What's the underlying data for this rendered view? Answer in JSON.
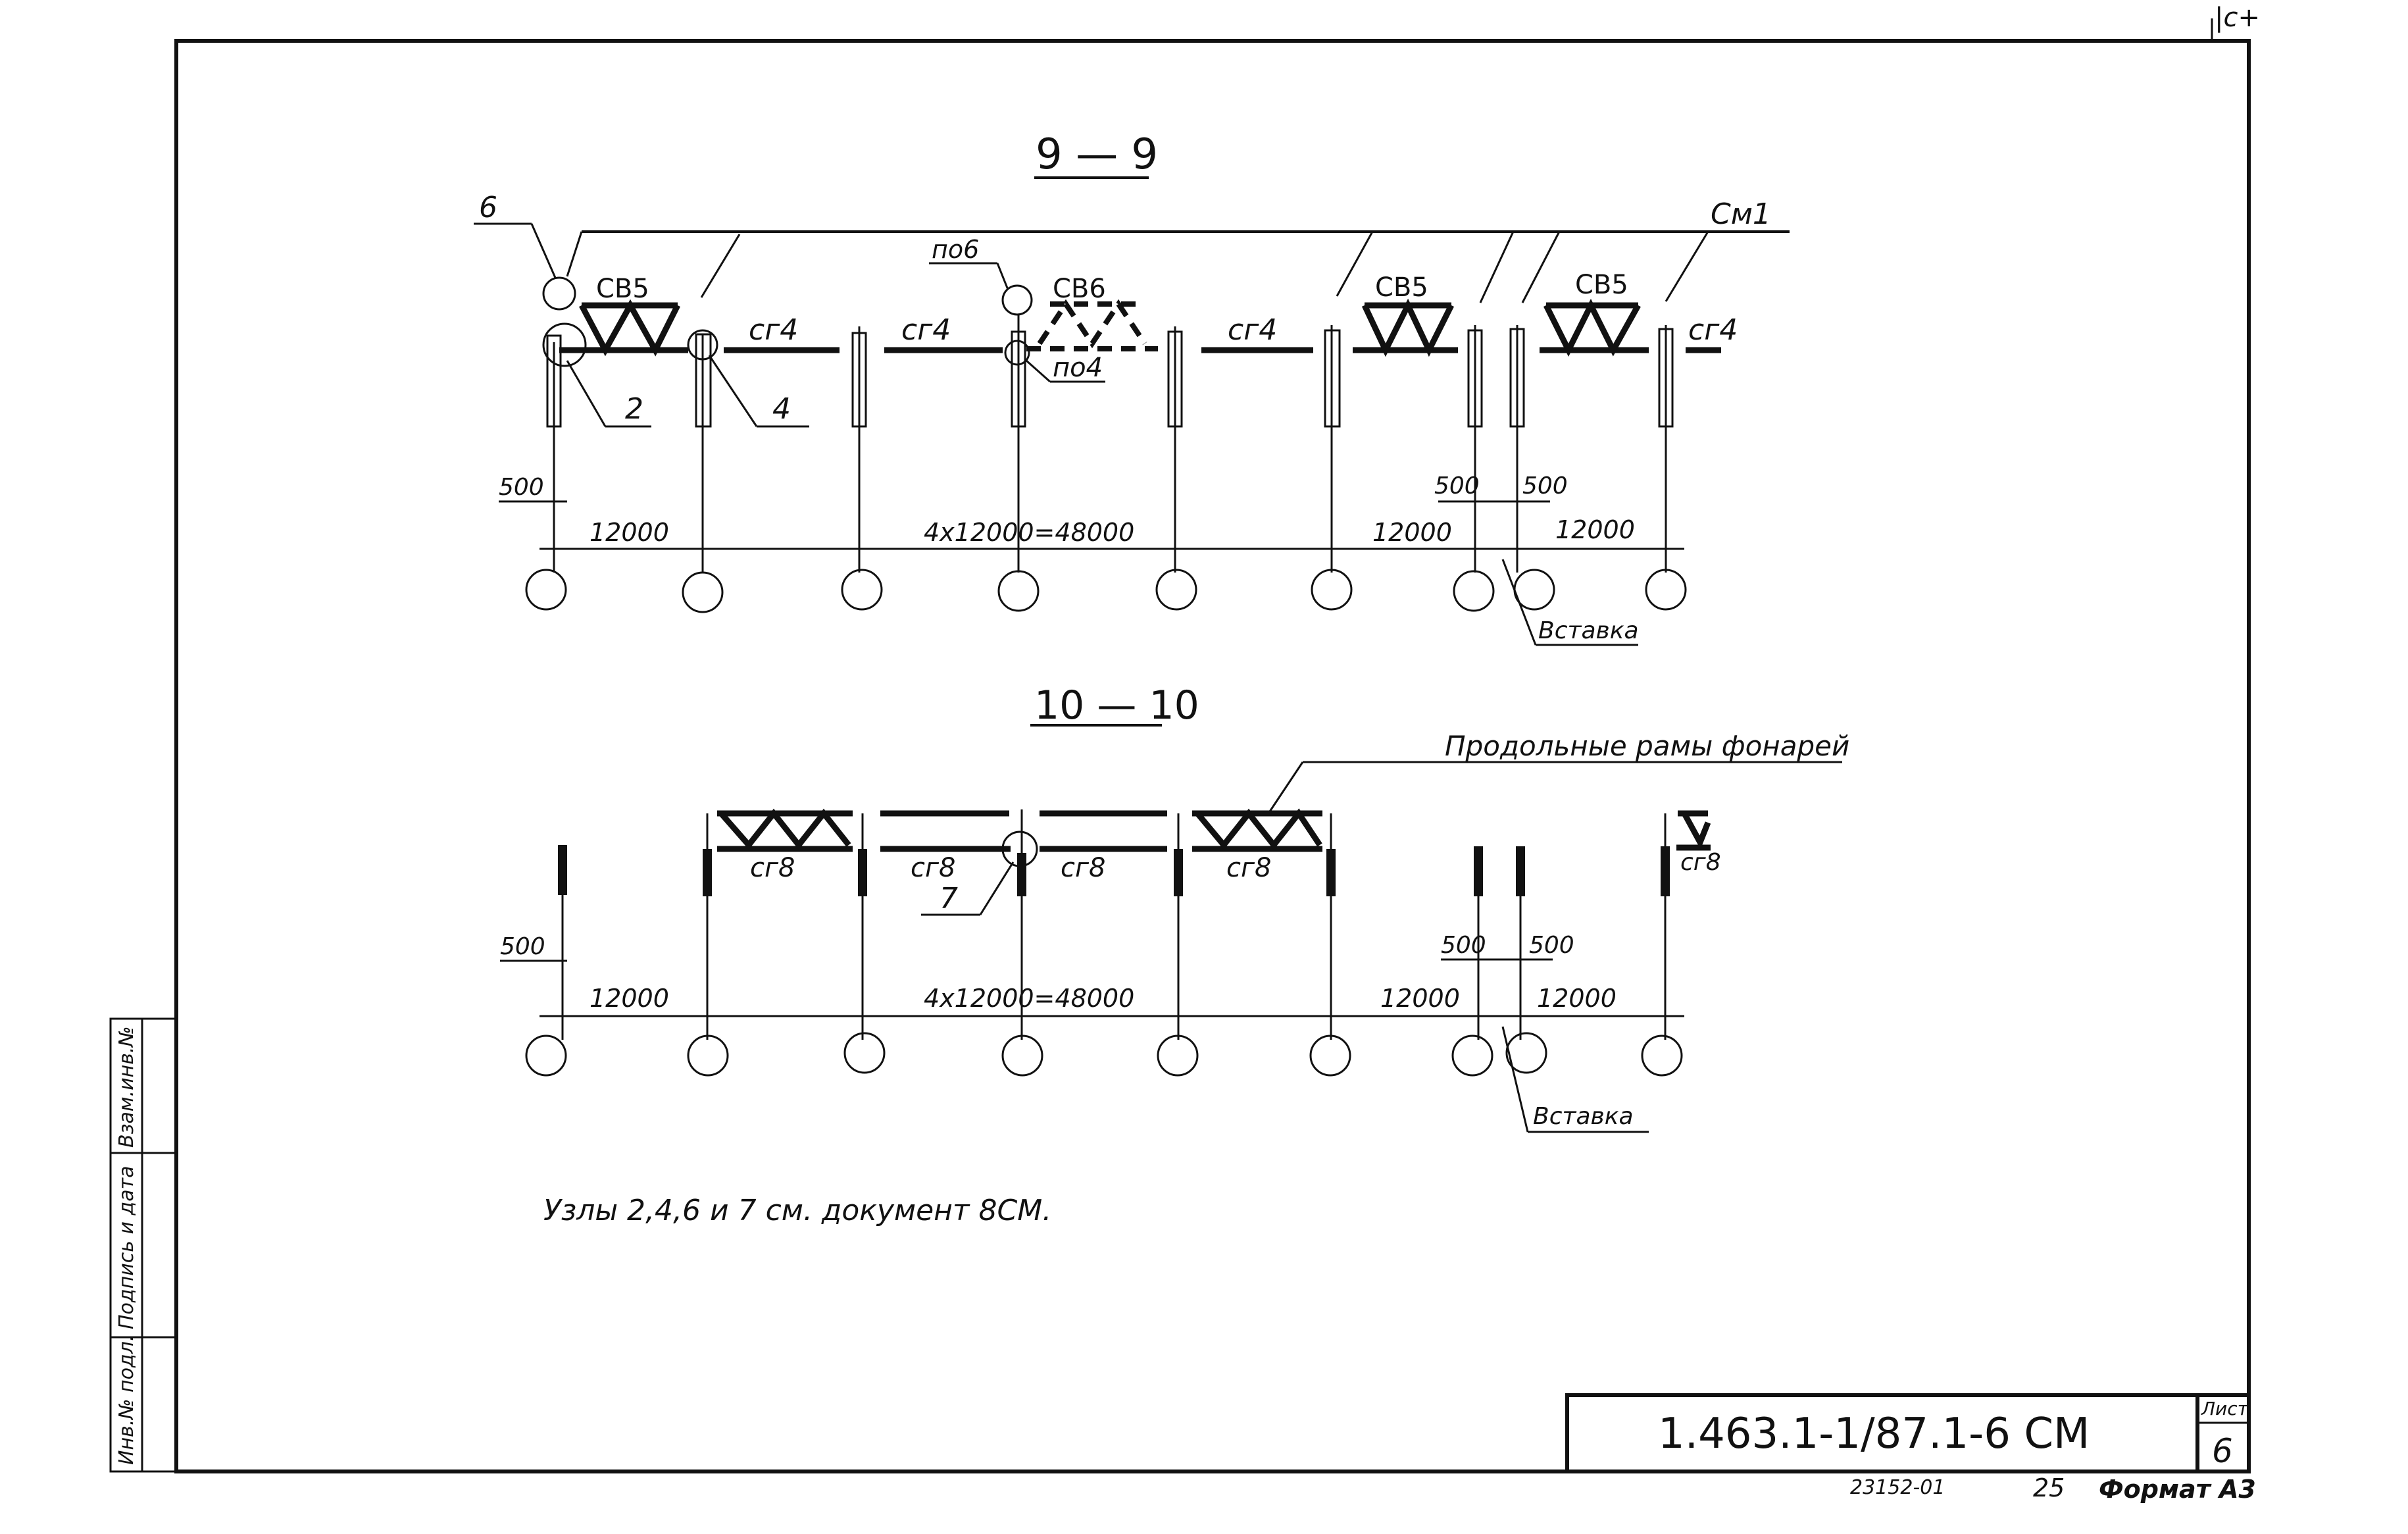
{
  "corner_mark": "|с+",
  "section_9": {
    "title": "9 — 9",
    "leader_cm1": "См1",
    "label_6": "6",
    "label_po6": "по6",
    "truss_cb5_a": "СВ5",
    "truss_cb6": "СВ6",
    "truss_cb5_b": "СВ5",
    "truss_cb5_c": "СВ5",
    "sg4_1": "сг4",
    "sg4_2": "сг4",
    "sg4_3": "сг4",
    "sg4_4": "сг4",
    "label_2": "2",
    "label_4": "4",
    "label_po4": "по4",
    "dim_500_left": "500",
    "dim_500_mid_a": "500",
    "dim_500_mid_b": "500",
    "dim_12000_a": "12000",
    "dim_48000": "4x12000=48000",
    "dim_12000_b": "12000",
    "dim_12000_c": "12000",
    "insert": "Вставка"
  },
  "section_10": {
    "title": "10 — 10",
    "leader_frames": "Продольные рамы фонарей",
    "sg8_1": "сг8",
    "sg8_2": "сг8",
    "sg8_3": "сг8",
    "sg8_4": "сг8",
    "sg8_5": "сг8",
    "label_7": "7",
    "dim_500_left": "500",
    "dim_500_mid_a": "500",
    "dim_500_mid_b": "500",
    "dim_12000_a": "12000",
    "dim_48000": "4x12000=48000",
    "dim_12000_b": "12000",
    "dim_12000_c": "12000",
    "insert": "Вставка"
  },
  "note": "Узлы 2,4,6 и 7 см. документ 8СМ.",
  "side_stamp": {
    "col1": "Инв.№ подл.",
    "col2": "Подпись и дата",
    "col3": "Взам.инв.№"
  },
  "title_block": {
    "doc_code": "1.463.1-1/87.1-6 СМ",
    "sheet_label": "Лист",
    "sheet_number": "6"
  },
  "footer": {
    "order": "23152-01",
    "page": "25",
    "format": "Формат А3"
  }
}
